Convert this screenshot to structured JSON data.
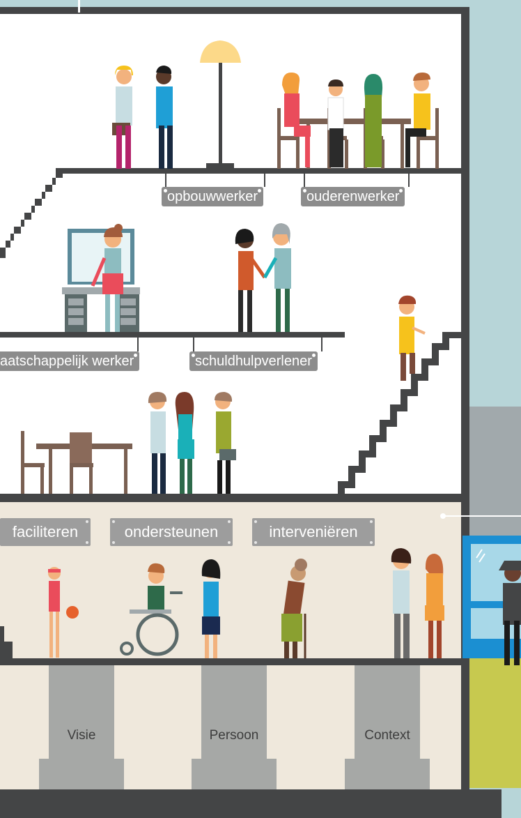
{
  "role_tags": [
    {
      "id": "opbouwwerker",
      "label": "opbouwwerker"
    },
    {
      "id": "ouderenwerker",
      "label": "ouderenwerker"
    },
    {
      "id": "maatschappelijk-werker",
      "label": "aatschappelijk werker"
    },
    {
      "id": "schuldhulpverlener",
      "label": "schuldhulpverlener"
    }
  ],
  "action_plaques": [
    {
      "id": "faciliteren",
      "label": "faciliteren"
    },
    {
      "id": "ondersteunen",
      "label": "ondersteunen"
    },
    {
      "id": "interveniëren",
      "label": "interveniëren"
    }
  ],
  "pillars": [
    {
      "id": "visie",
      "label": "Visie"
    },
    {
      "id": "persoon",
      "label": "Persoon"
    },
    {
      "id": "context",
      "label": "Context"
    }
  ],
  "colors": {
    "sky": "#b7d5d8",
    "wall_dark": "#444546",
    "floor_light": "#ffffff",
    "ground_floor": "#efe8dc",
    "tag": "#8c8c8c",
    "plaque": "#9d9d9d",
    "pillar": "#a6a8a6",
    "grass": "#c7c94f",
    "door_blue": "#1b8fd2",
    "neighbour": "#a1a9ac"
  }
}
